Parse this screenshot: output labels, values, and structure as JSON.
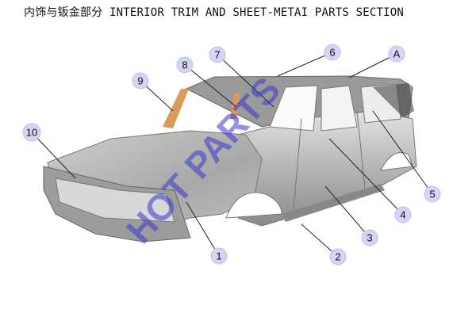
{
  "title": "内饰与钣金部分 INTERIOR TRIM AND SHEET-METAI PARTS SECTION",
  "watermark": "HOT PARTS",
  "callouts": [
    "1",
    "2",
    "3",
    "4",
    "5",
    "6",
    "7",
    "8",
    "9",
    "10",
    "A"
  ],
  "colors": {
    "callout_fill": "#d4d4f4",
    "body": "#b8b8b8"
  }
}
